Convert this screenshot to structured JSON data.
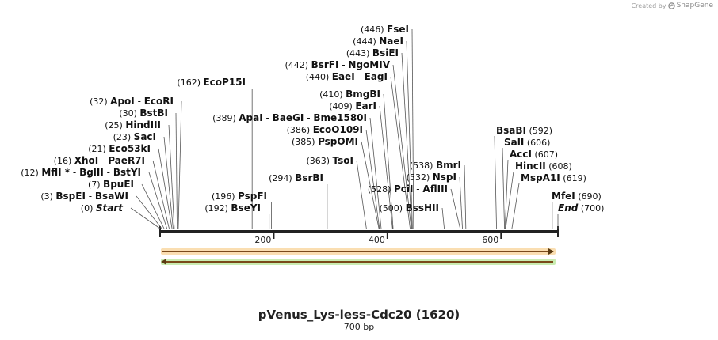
{
  "credit": {
    "prefix": "Created by",
    "brand": "SnapGene"
  },
  "title": "pVenus_Lys-less-Cdc20 (1620)",
  "length_label": "700 bp",
  "sequence_length": 700,
  "ticks": [
    {
      "pos": 200,
      "label": "200"
    },
    {
      "pos": 400,
      "label": "400"
    },
    {
      "pos": 600,
      "label": "600"
    }
  ],
  "features": [
    {
      "name": "orange-feature",
      "start": 1,
      "end": 700,
      "strand": "+",
      "color": "#f0a020"
    },
    {
      "name": "green-feature",
      "start": 1,
      "end": 700,
      "strand": "-",
      "color": "#66cc22"
    }
  ],
  "left_labels": [
    {
      "pos": "(0)",
      "names": [
        "Start"
      ],
      "site": 0,
      "italic": true
    },
    {
      "pos": "(3)",
      "names": [
        "BspEI",
        "BsaWI"
      ],
      "site": 3
    },
    {
      "pos": "(7)",
      "names": [
        "BpuEI"
      ],
      "site": 7
    },
    {
      "pos": "(12)",
      "names": [
        "MflI *",
        "BglII",
        "BstYI"
      ],
      "site": 12
    },
    {
      "pos": "(16)",
      "names": [
        "XhoI",
        "PaeR7I"
      ],
      "site": 16
    },
    {
      "pos": "(21)",
      "names": [
        "Eco53kI"
      ],
      "site": 21
    },
    {
      "pos": "(23)",
      "names": [
        "SacI"
      ],
      "site": 23
    },
    {
      "pos": "(25)",
      "names": [
        "HindIII"
      ],
      "site": 25
    },
    {
      "pos": "(30)",
      "names": [
        "BstBI"
      ],
      "site": 30
    },
    {
      "pos": "(32)",
      "names": [
        "ApoI",
        "EcoRI"
      ],
      "site": 32
    }
  ],
  "mid_labels": [
    {
      "pos": "(162)",
      "names": [
        "EcoP15I"
      ],
      "site": 162
    },
    {
      "pos": "(389)",
      "names": [
        "ApaI",
        "BaeGI",
        "Bme1580I"
      ],
      "site": 389
    },
    {
      "pos": "(192)",
      "names": [
        "BseYI"
      ],
      "site": 192
    },
    {
      "pos": "(196)",
      "names": [
        "PspFI"
      ],
      "site": 196
    },
    {
      "pos": "(294)",
      "names": [
        "BsrBI"
      ],
      "site": 294
    },
    {
      "pos": "(363)",
      "names": [
        "TsoI"
      ],
      "site": 363
    },
    {
      "pos": "(385)",
      "names": [
        "PspOMI"
      ],
      "site": 385
    },
    {
      "pos": "(386)",
      "names": [
        "EcoO109I"
      ],
      "site": 386
    },
    {
      "pos": "(409)",
      "names": [
        "EarI"
      ],
      "site": 409
    },
    {
      "pos": "(410)",
      "names": [
        "BmgBI"
      ],
      "site": 410
    },
    {
      "pos": "(440)",
      "names": [
        "EaeI",
        "EagI"
      ],
      "site": 440
    },
    {
      "pos": "(442)",
      "names": [
        "BsrFI",
        "NgoMIV"
      ],
      "site": 442
    },
    {
      "pos": "(443)",
      "names": [
        "BsiEI"
      ],
      "site": 443
    },
    {
      "pos": "(444)",
      "names": [
        "NaeI"
      ],
      "site": 444
    },
    {
      "pos": "(446)",
      "names": [
        "FseI"
      ],
      "site": 446
    },
    {
      "pos": "(528)",
      "names": [
        "PciI",
        "AflIII"
      ],
      "site": 528
    },
    {
      "pos": "(500)",
      "names": [
        "BssHII"
      ],
      "site": 500
    },
    {
      "pos": "(532)",
      "names": [
        "NspI"
      ],
      "site": 532
    },
    {
      "pos": "(538)",
      "names": [
        "BmrI"
      ],
      "site": 538
    }
  ],
  "right_labels": [
    {
      "pos": "(592)",
      "names": [
        "BsaBI"
      ],
      "site": 592
    },
    {
      "pos": "(606)",
      "names": [
        "SalI"
      ],
      "site": 606
    },
    {
      "pos": "(607)",
      "names": [
        "AccI"
      ],
      "site": 607
    },
    {
      "pos": "(608)",
      "names": [
        "HincII"
      ],
      "site": 608
    },
    {
      "pos": "(619)",
      "names": [
        "MspA1I"
      ],
      "site": 619
    },
    {
      "pos": "(690)",
      "names": [
        "MfeI"
      ],
      "site": 690
    },
    {
      "pos": "(700)",
      "names": [
        "End"
      ],
      "site": 700,
      "italic": true
    }
  ]
}
